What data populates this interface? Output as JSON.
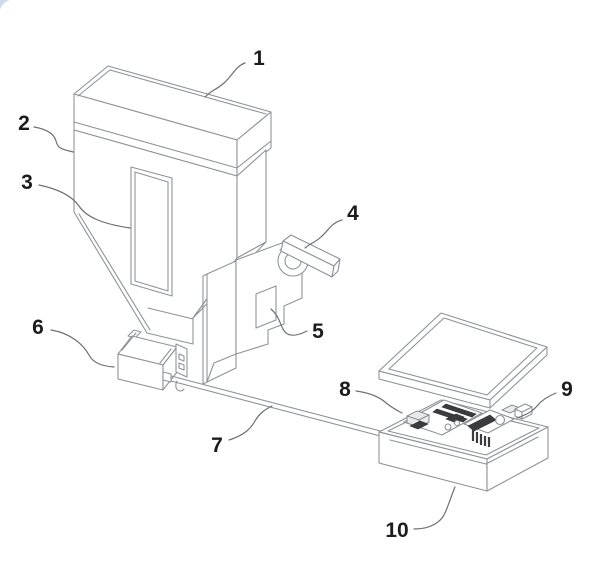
{
  "figure": {
    "callouts": [
      {
        "label": "1"
      },
      {
        "label": "2"
      },
      {
        "label": "3"
      },
      {
        "label": "4"
      },
      {
        "label": "5"
      },
      {
        "label": "6"
      },
      {
        "label": "7"
      },
      {
        "label": "8"
      },
      {
        "label": "9"
      },
      {
        "label": "10"
      }
    ]
  },
  "colors": {
    "background": "#ffffff",
    "drawing_line": "#8f9397",
    "leader_line": "#6d6f71",
    "callout_text": "#1c1c1c",
    "component_dark": "#3c3c3e",
    "corner_accent": "#cbdbe9"
  }
}
